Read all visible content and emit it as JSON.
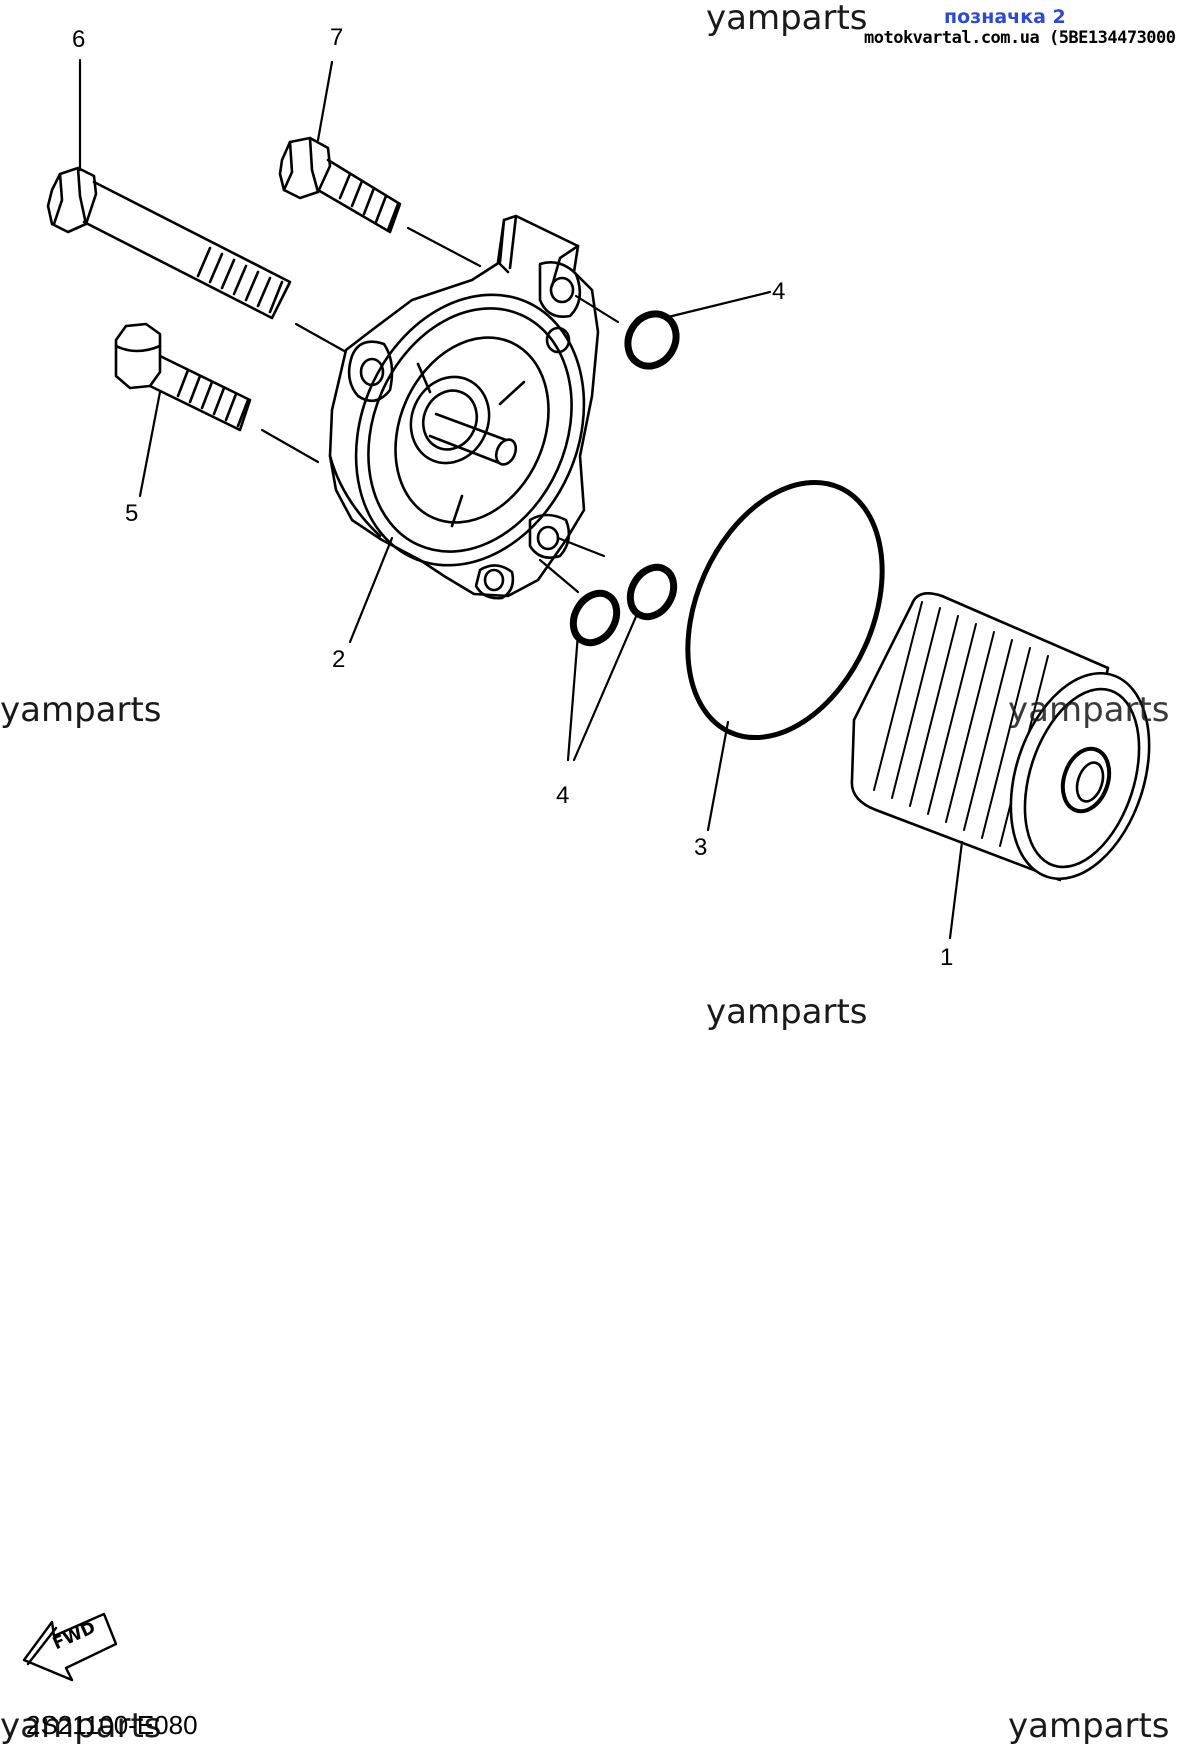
{
  "header": {
    "watermark": "yamparts",
    "link_label": "позначка 2",
    "source": "motokvartal.com.ua (5BE134473000)"
  },
  "watermarks": [
    "yamparts",
    "yamparts",
    "yamparts",
    "yamparts",
    "yamparts"
  ],
  "callouts": {
    "filter": "1",
    "cover": "2",
    "large_oring": "3",
    "oring_top": "4",
    "oring_bottom": "4",
    "bolt_short": "5",
    "bolt_long": "6",
    "bolt_flange": "7"
  },
  "footer": {
    "fwd_label": "FWD",
    "diagram_code": "2S21100-E080"
  }
}
